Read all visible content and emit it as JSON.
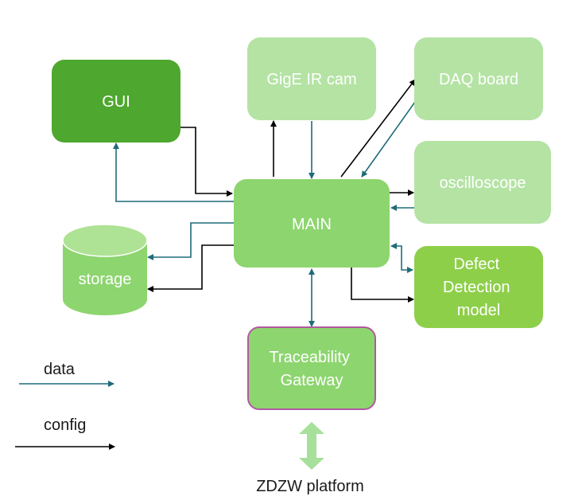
{
  "nodes": {
    "gui": {
      "label": "GUI",
      "color": "#4ea72e"
    },
    "gige_ir_cam": {
      "label": "GigE IR cam",
      "color": "#b4e3a4"
    },
    "daq_board": {
      "label": "DAQ board",
      "color": "#b4e3a4"
    },
    "oscilloscope": {
      "label": "oscilloscope",
      "color": "#b4e3a4"
    },
    "main": {
      "label": "MAIN",
      "color": "#8dd56f"
    },
    "storage": {
      "label": "storage",
      "color": "#8dd56f"
    },
    "defect_detection_model": {
      "lines": [
        "Defect",
        "Detection",
        "model"
      ],
      "color": "#8ecf4a"
    },
    "traceability_gateway": {
      "lines": [
        "Traceability",
        "Gateway"
      ],
      "color": "#8dd56f",
      "border": "#b05aa0"
    },
    "zdzw_platform": {
      "label": "ZDZW platform",
      "arrow_color": "#a7e09a"
    }
  },
  "legend": {
    "data": {
      "label": "data",
      "color": "#1f6b7a"
    },
    "config": {
      "label": "config",
      "color": "#000000"
    }
  }
}
